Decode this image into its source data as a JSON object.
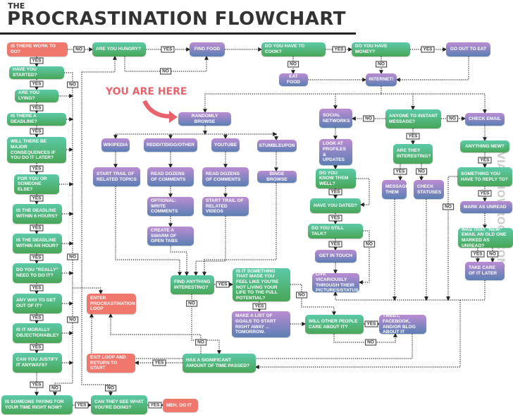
{
  "title": {
    "small": "THE",
    "big": "PROCRASTINATION FLOWCHART"
  },
  "you_are_here": "YOU ARE HERE",
  "watermark": "VIA SHOWROOT.COM",
  "labels": {
    "yes": "YES",
    "no": "NO"
  },
  "colors": {
    "green": "#4fae6a",
    "purple": "#8a86c4",
    "red": "#f0776b",
    "here": "#e9636c"
  },
  "nodes": {
    "work": "Is there work to do?",
    "started": "Have you started?",
    "lying": "Are you lying?",
    "deadline": "Is there a deadline?",
    "consequences": "Will there be major consequences if you do it later?",
    "foryou": "For you or someone else?",
    "six_hours": "Is the deadline within 6 hours?",
    "an_hour": "Is the deadline within an hour?",
    "really": "Do you \"really\" need to do it?",
    "get_out": "Any way to get out of it?",
    "moral": "Is it morally objectionable?",
    "justify": "Can you justify it anyways?",
    "paying": "Is someone paying for your time right now?",
    "can_see": "Can they see what you're doing?",
    "meh": "Meh, do it",
    "loop": "Enter procrastination loop",
    "exit": "Exit loop and return to start",
    "significant": "Has a significant amount of time passed?",
    "hungry": "Are you hungry?",
    "find_food": "Find food",
    "cook": "Do you have to cook?",
    "money": "Do you have money?",
    "go_out": "Go out to eat",
    "eat_food": "Eat food",
    "internet": "Internet!",
    "randomly": "Randomly browse",
    "wikipedia": "Wikipedia",
    "reddit": "Reddit/Digg/Other",
    "youtube": "YouTube",
    "stumble": "StumbleUpon",
    "trail_topics": "Start trail of related topics",
    "read_dozens_1": "Read dozens of comments",
    "read_dozens_2": "Read dozens of comments",
    "optional": "Optional: write comments",
    "swarm": "Create a swarm of open tabs",
    "trail_videos": "Start trail of related videos",
    "binge": "Binge browse",
    "find_interesting": "Find anything interesting?",
    "is_it": "Is it something that made you feel like you're not living your life to the full potential?",
    "make_list": "Make a list of goals to start right away ... tomorrow.",
    "social": "Social networks",
    "look_at": "Look at profiles & updates",
    "know_well": "Do you know them well?",
    "dated": "Have you dated?",
    "still_talk": "Do you still talk?",
    "get_in_touch": "Get in touch",
    "live": "Live vicariously through their pictures/status",
    "others_care": "Will other people care about it?",
    "tweet": "Tweet, Facebook, and/or blog about it",
    "anyone": "Anyone to instant message?",
    "interesting": "Are they interesting?",
    "message": "Message them",
    "check_statuses": "Check statuses",
    "check_email": "Check email",
    "anything_new": "Anything new?",
    "reply": "Something you have to reply to?",
    "mark_unread": "Mark as unread",
    "was_that": "Was that \"new\" email an old one marked as unread?",
    "take_care": "Take care of it later"
  }
}
